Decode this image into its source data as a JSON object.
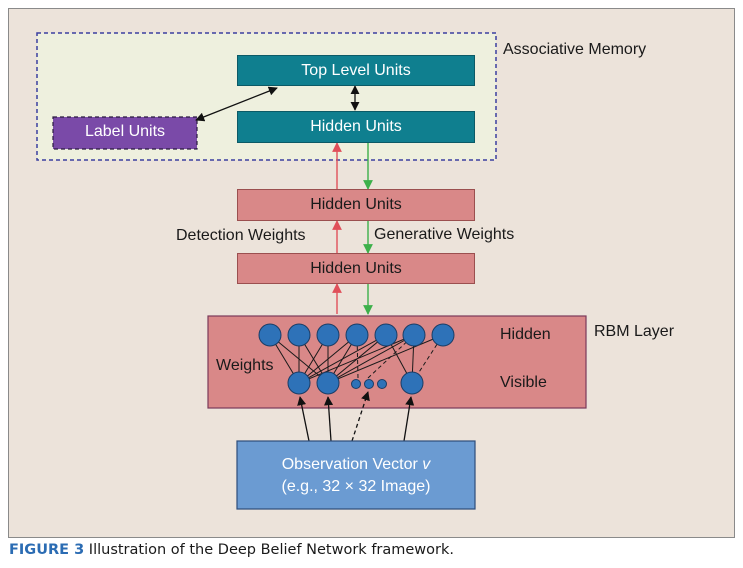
{
  "diagram": {
    "associative_memory_label": "Associative Memory",
    "top_level_units": "Top Level Units",
    "label_units": "Label Units",
    "hidden_units_memory": "Hidden Units",
    "hidden_units_middle": "Hidden Units",
    "hidden_units_lower": "Hidden Units",
    "detection_weights": "Detection Weights",
    "generative_weights": "Generative Weights",
    "rbm_layer": "RBM Layer",
    "hidden_label": "Hidden",
    "visible_label": "Visible",
    "weights_label": "Weights",
    "observation_line1_prefix": "Observation Vector ",
    "observation_line1_var": "v",
    "observation_line2": "(e.g., 32 × 32 Image)"
  },
  "caption": {
    "prefix": "FIGURE 3",
    "text": " Illustration of the Deep Belief Network framework."
  },
  "colors": {
    "panel": "#ece3da",
    "memory_region": "#eef0de",
    "memory_border": "#3b3fa0",
    "teal": "#0f7f8f",
    "purple": "#7a4aa8",
    "pink": "#d98888",
    "node": "#2e72b8",
    "observation": "#6b9bd2",
    "arrow_red": "#e0505a",
    "arrow_green": "#3db04a",
    "caption_accent": "#2b6cb3"
  }
}
